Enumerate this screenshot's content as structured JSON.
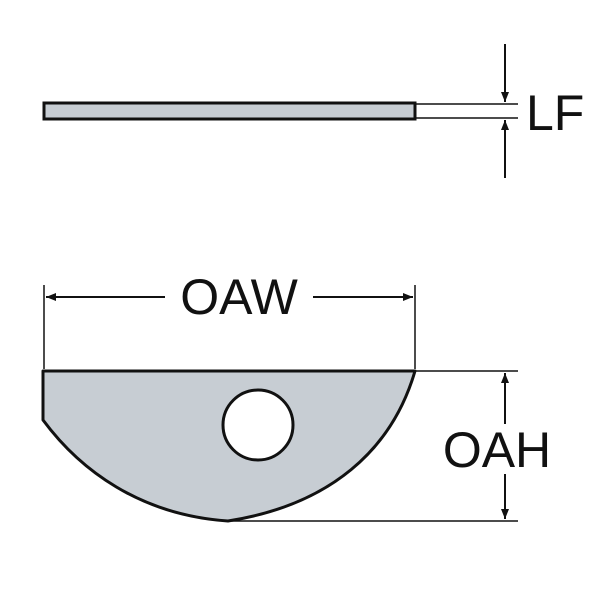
{
  "colors": {
    "part_fill": "#c7cdd3",
    "outline": "#111111",
    "background": "#ffffff"
  },
  "labels": {
    "thickness": "LF",
    "width": "OAW",
    "height": "OAH"
  }
}
